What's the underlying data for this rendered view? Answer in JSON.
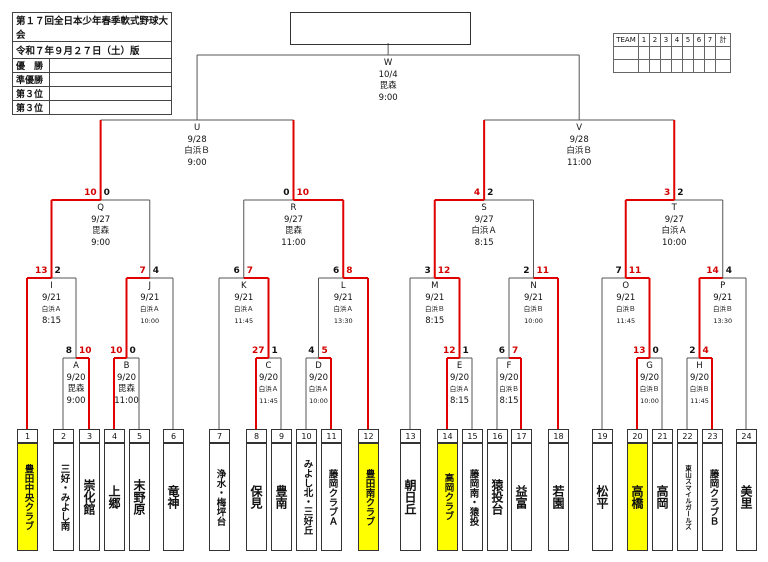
{
  "header": {
    "tournament": "第１７回全日本少年春季軟式野球大会",
    "edition": "令和７年９月２７日（土）版",
    "places": [
      "優　勝",
      "準優勝",
      "第３位",
      "第３位"
    ]
  },
  "score_header": {
    "team": "TEAM",
    "innings": [
      "1",
      "2",
      "3",
      "4",
      "5",
      "6",
      "7"
    ],
    "total": "計"
  },
  "matches": {
    "W": {
      "id": "W",
      "date": "10/4",
      "venue": "毘森",
      "time": "9:00"
    },
    "U": {
      "id": "U",
      "date": "9/28",
      "venue": "白浜Ｂ",
      "time": "9:00"
    },
    "V": {
      "id": "V",
      "date": "9/28",
      "venue": "白浜Ｂ",
      "time": "11:00"
    },
    "Q": {
      "id": "Q",
      "date": "9/27",
      "venue": "毘森",
      "time": "9:00"
    },
    "R": {
      "id": "R",
      "date": "9/27",
      "venue": "毘森",
      "time": "11:00"
    },
    "S": {
      "id": "S",
      "date": "9/27",
      "venue": "白浜Ａ",
      "time": "8:15"
    },
    "T": {
      "id": "T",
      "date": "9/27",
      "venue": "白浜Ａ",
      "time": "10:00"
    },
    "I": {
      "id": "I",
      "date": "9/21",
      "venue": "白浜Ａ",
      "time": "8:15"
    },
    "J": {
      "id": "J",
      "date": "9/21",
      "venue": "白浜Ａ",
      "time": "10:00"
    },
    "K": {
      "id": "K",
      "date": "9/21",
      "venue": "白浜Ａ",
      "time": "11:45"
    },
    "L": {
      "id": "L",
      "date": "9/21",
      "venue": "白浜Ａ",
      "time": "13:30"
    },
    "M": {
      "id": "M",
      "date": "9/21",
      "venue": "白浜Ｂ",
      "time": "8:15"
    },
    "N": {
      "id": "N",
      "date": "9/21",
      "venue": "白浜Ｂ",
      "time": "10:00"
    },
    "O": {
      "id": "O",
      "date": "9/21",
      "venue": "白浜Ｂ",
      "time": "11:45"
    },
    "P": {
      "id": "P",
      "date": "9/21",
      "venue": "白浜Ｂ",
      "time": "13:30"
    },
    "A": {
      "id": "A",
      "date": "9/20",
      "venue": "毘森",
      "time": "9:00"
    },
    "B": {
      "id": "B",
      "date": "9/20",
      "venue": "毘森",
      "time": "11:00"
    },
    "C": {
      "id": "C",
      "date": "9/20",
      "venue": "白浜Ａ",
      "time": "11:45"
    },
    "D": {
      "id": "D",
      "date": "9/20",
      "venue": "白浜Ａ",
      "time": "10:00"
    },
    "E": {
      "id": "E",
      "date": "9/20",
      "venue": "白浜Ａ",
      "time": "8:15"
    },
    "F": {
      "id": "F",
      "date": "9/20",
      "venue": "白浜Ｂ",
      "time": "8:15"
    },
    "G": {
      "id": "G",
      "date": "9/20",
      "venue": "白浜Ｂ",
      "time": "10:00"
    },
    "H": {
      "id": "H",
      "date": "9/20",
      "venue": "白浜Ｂ",
      "time": "11:45"
    }
  },
  "scores": {
    "Q": [
      "10",
      "0"
    ],
    "R": [
      "0",
      "10"
    ],
    "S": [
      "4",
      "2"
    ],
    "T": [
      "3",
      "2"
    ],
    "I": [
      "13",
      "2"
    ],
    "J": [
      "7",
      "4"
    ],
    "K": [
      "6",
      "7"
    ],
    "L": [
      "6",
      "8"
    ],
    "M": [
      "3",
      "12"
    ],
    "N": [
      "2",
      "11"
    ],
    "O": [
      "7",
      "11"
    ],
    "P": [
      "14",
      "4"
    ],
    "A": [
      "8",
      "10"
    ],
    "B": [
      "10",
      "0"
    ],
    "C": [
      "27",
      "1"
    ],
    "D": [
      "4",
      "5"
    ],
    "E": [
      "12",
      "1"
    ],
    "F": [
      "6",
      "7"
    ],
    "G": [
      "13",
      "0"
    ],
    "H": [
      "2",
      "4"
    ]
  },
  "teams": [
    {
      "no": "1",
      "name": "豊田中央クラブ"
    },
    {
      "no": "2",
      "name": "三好・みよし南"
    },
    {
      "no": "3",
      "name": "崇化館"
    },
    {
      "no": "4",
      "name": "上郷"
    },
    {
      "no": "5",
      "name": "末野原"
    },
    {
      "no": "6",
      "name": "竜神"
    },
    {
      "no": "7",
      "name": "浄水・梅坪台"
    },
    {
      "no": "8",
      "name": "保見"
    },
    {
      "no": "9",
      "name": "豊南"
    },
    {
      "no": "10",
      "name": "みよし北・三好丘"
    },
    {
      "no": "11",
      "name": "藤岡クラブＡ"
    },
    {
      "no": "12",
      "name": "豊田南クラブ"
    },
    {
      "no": "13",
      "name": "朝日丘"
    },
    {
      "no": "14",
      "name": "高岡クラブ"
    },
    {
      "no": "15",
      "name": "藤岡南・猿投"
    },
    {
      "no": "16",
      "name": "猿投台"
    },
    {
      "no": "17",
      "name": "益富"
    },
    {
      "no": "18",
      "name": "若園"
    },
    {
      "no": "19",
      "name": "松平"
    },
    {
      "no": "20",
      "name": "高橋"
    },
    {
      "no": "21",
      "name": "高岡"
    },
    {
      "no": "22",
      "name": "東山スマイルガールズ"
    },
    {
      "no": "23",
      "name": "藤岡クラブＢ"
    },
    {
      "no": "24",
      "name": "美里"
    }
  ],
  "highlighted_teams": [
    "1",
    "12",
    "14",
    "20"
  ],
  "colors": {
    "advance_line": "#e00000",
    "normal_line": "#555555",
    "highlight": "#ffff00"
  }
}
